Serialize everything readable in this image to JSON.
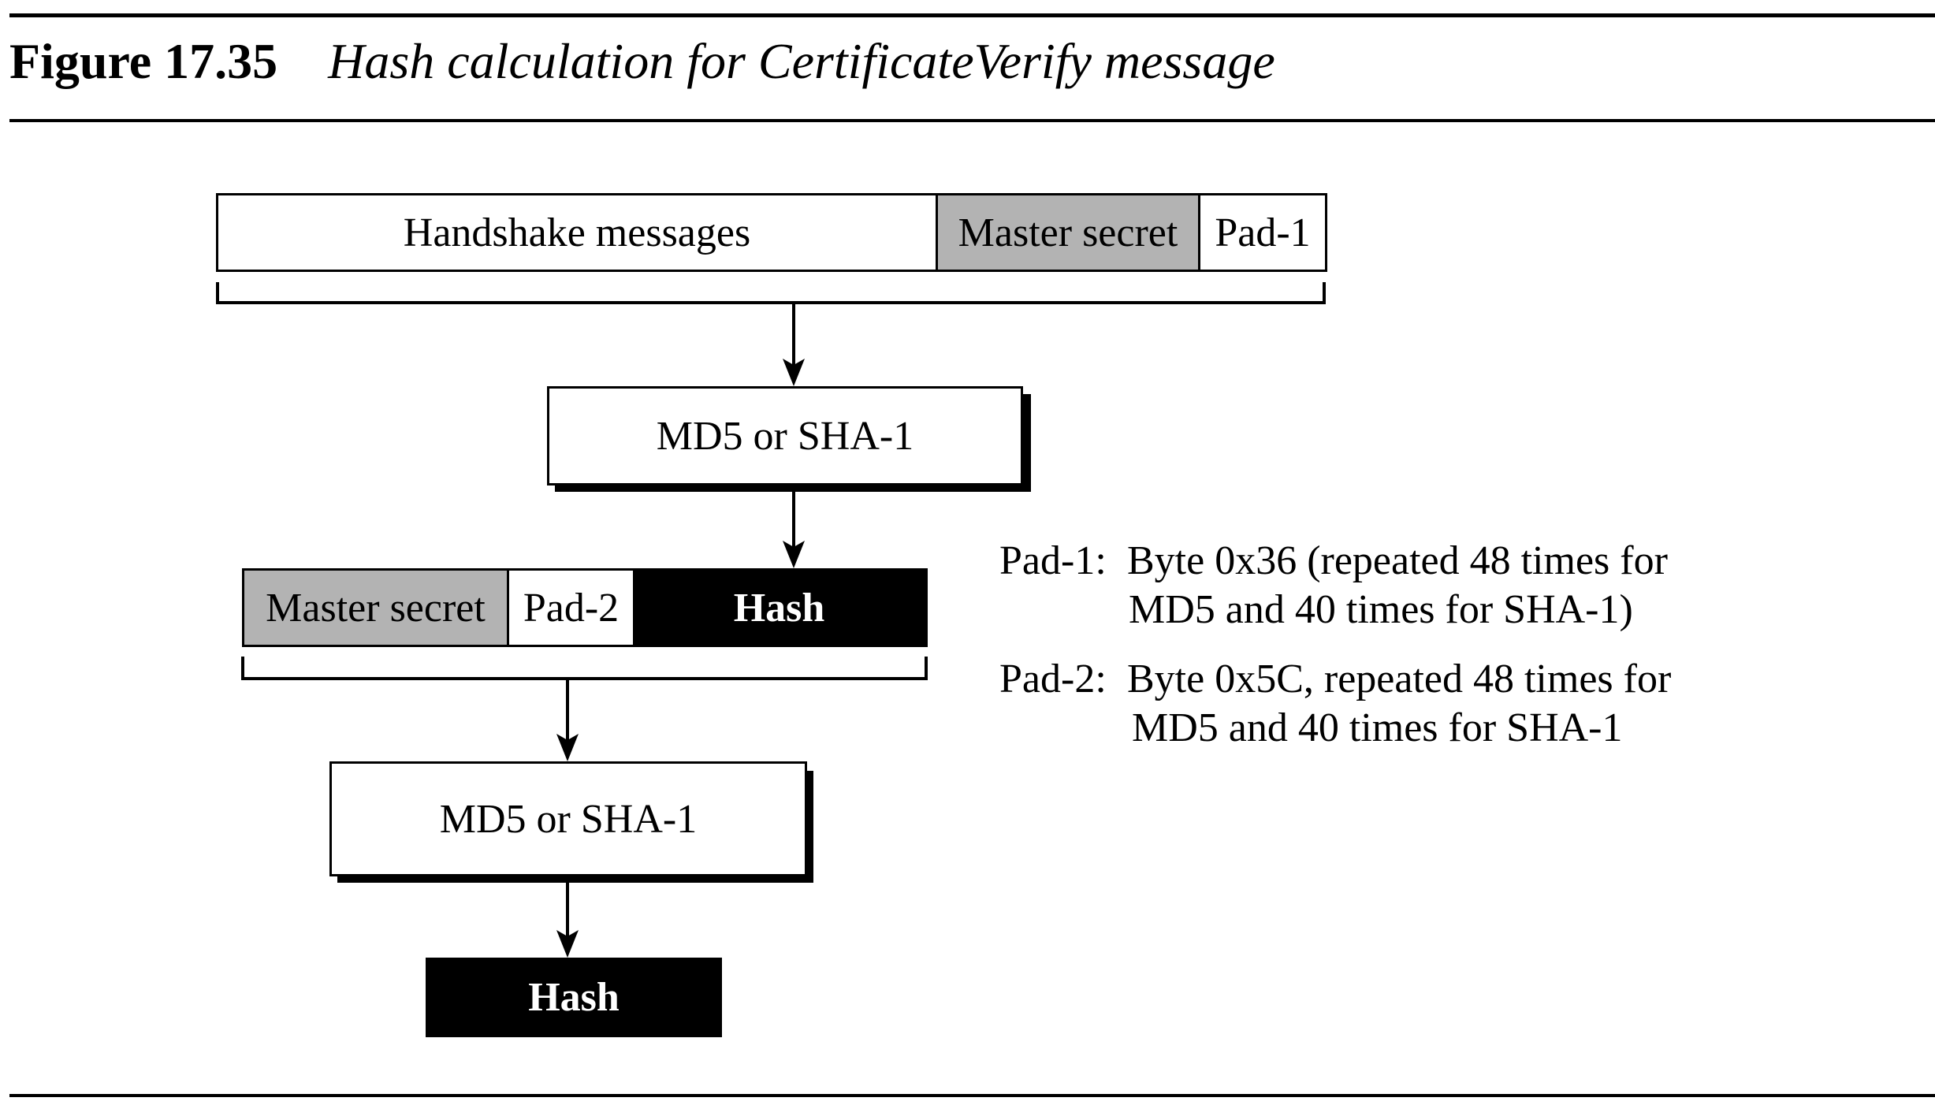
{
  "figure": {
    "number": "Figure 17.35",
    "caption": "Hash calculation for CertificateVerify message"
  },
  "stage1": {
    "segments": [
      {
        "label": "Handshake messages",
        "fill": "#ffffff"
      },
      {
        "label": "Master secret",
        "fill": "#b3b3b3"
      },
      {
        "label": "Pad-1",
        "fill": "#ffffff"
      }
    ],
    "function_label": "MD5 or SHA-1"
  },
  "stage2": {
    "segments": [
      {
        "label": "Master secret",
        "fill": "#b3b3b3"
      },
      {
        "label": "Pad-2",
        "fill": "#ffffff"
      },
      {
        "label": "Hash",
        "fill": "#000000"
      }
    ],
    "function_label": "MD5 or SHA-1"
  },
  "output": {
    "label": "Hash"
  },
  "notes": [
    {
      "key": "Pad-1:",
      "line1": "Byte 0x36 (repeated 48 times for",
      "line2": "MD5 and 40 times for SHA-1)"
    },
    {
      "key": "Pad-2:",
      "line1": "Byte 0x5C, repeated 48 times for",
      "line2": "MD5 and 40 times for SHA-1"
    }
  ]
}
